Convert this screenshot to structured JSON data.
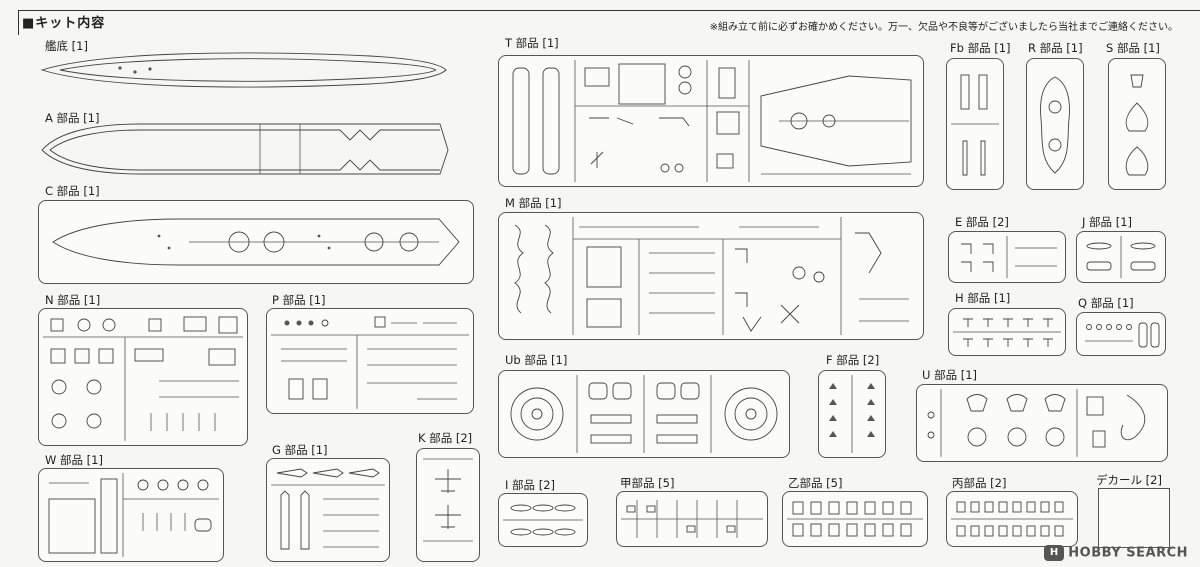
{
  "header": {
    "title": "■キット内容",
    "note": "※組み立て前に必ずお確かめください。万一、欠品や不良等がございましたら当社までご連絡ください。"
  },
  "parts": {
    "kantei": "艦底 [1]",
    "a": "A 部品 [1]",
    "c": "C 部品 [1]",
    "n": "N 部品 [1]",
    "p": "P 部品 [1]",
    "w": "W 部品 [1]",
    "g": "G 部品 [1]",
    "k": "K 部品 [2]",
    "t": "T 部品 [1]",
    "m": "M 部品 [1]",
    "ub": "Ub 部品 [1]",
    "f": "F 部品 [2]",
    "u": "U 部品 [1]",
    "i": "I 部品 [2]",
    "ko": "甲部品 [5]",
    "otsu": "乙部品 [5]",
    "hei": "丙部品 [2]",
    "decal": "デカール [2]",
    "fb": "Fb 部品 [1]",
    "r": "R 部品 [1]",
    "s": "S 部品 [1]",
    "e": "E 部品 [2]",
    "j": "J 部品 [1]",
    "h": "H 部品 [1]",
    "q": "Q 部品 [1]"
  },
  "watermark": {
    "badge": "H",
    "text": "HOBBY SEARCH"
  }
}
